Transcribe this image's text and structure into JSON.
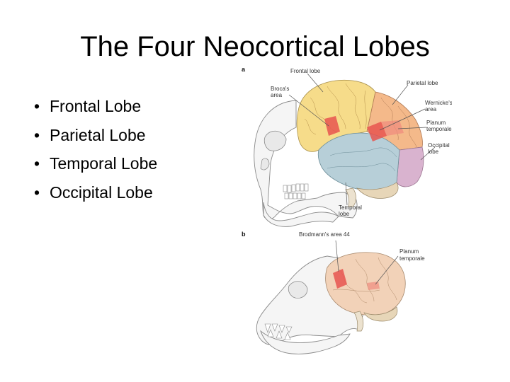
{
  "slide": {
    "title": "The Four Neocortical Lobes",
    "bullets": [
      "Frontal Lobe",
      "Parietal Lobe",
      "Temporal Lobe",
      "Occipital Lobe"
    ],
    "bullet_glyph": "•"
  },
  "figure": {
    "panel_a": {
      "letter": "a",
      "labels": {
        "frontal_lobe": "Frontal lobe",
        "parietal_lobe": "Parietal lobe",
        "brocas_area_1": "Broca's",
        "brocas_area_2": "area",
        "wernickes_area_1": "Wernicke's",
        "wernickes_area_2": "area",
        "planum_temporale_1": "Planum",
        "planum_temporale_2": "temporale",
        "occipital_lobe_1": "Occipital",
        "occipital_lobe_2": "lobe",
        "temporal_lobe_1": "Temporal",
        "temporal_lobe_2": "lobe"
      }
    },
    "panel_b": {
      "letter": "b",
      "labels": {
        "brodmanns_area": "Brodmann's area 44",
        "planum_temporale_1": "Planum",
        "planum_temporale_2": "temporale"
      }
    },
    "colors": {
      "frontal": "#f6dc8a",
      "parietal": "#f4b98a",
      "temporal": "#b7cfd8",
      "occipital": "#d9b3cf",
      "highlight": "#e8554f",
      "chimp_brain": "#f2d2b8",
      "cerebellum": "#e7d6b8"
    }
  }
}
